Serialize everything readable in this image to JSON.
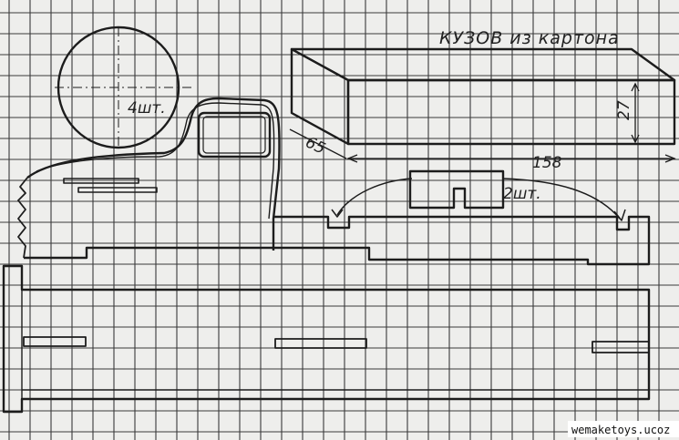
{
  "title": "КУЗОВ из картона",
  "labels": {
    "wheel_count": "4шт.",
    "part_count": "2шт."
  },
  "dimensions": {
    "depth": "65",
    "height": "27",
    "length": "158"
  },
  "watermark": "wemaketoys.ucoz",
  "colors": {
    "paper": "#eeeeec",
    "grid": "#3a3a3a",
    "ink": "#1c1c1c"
  }
}
